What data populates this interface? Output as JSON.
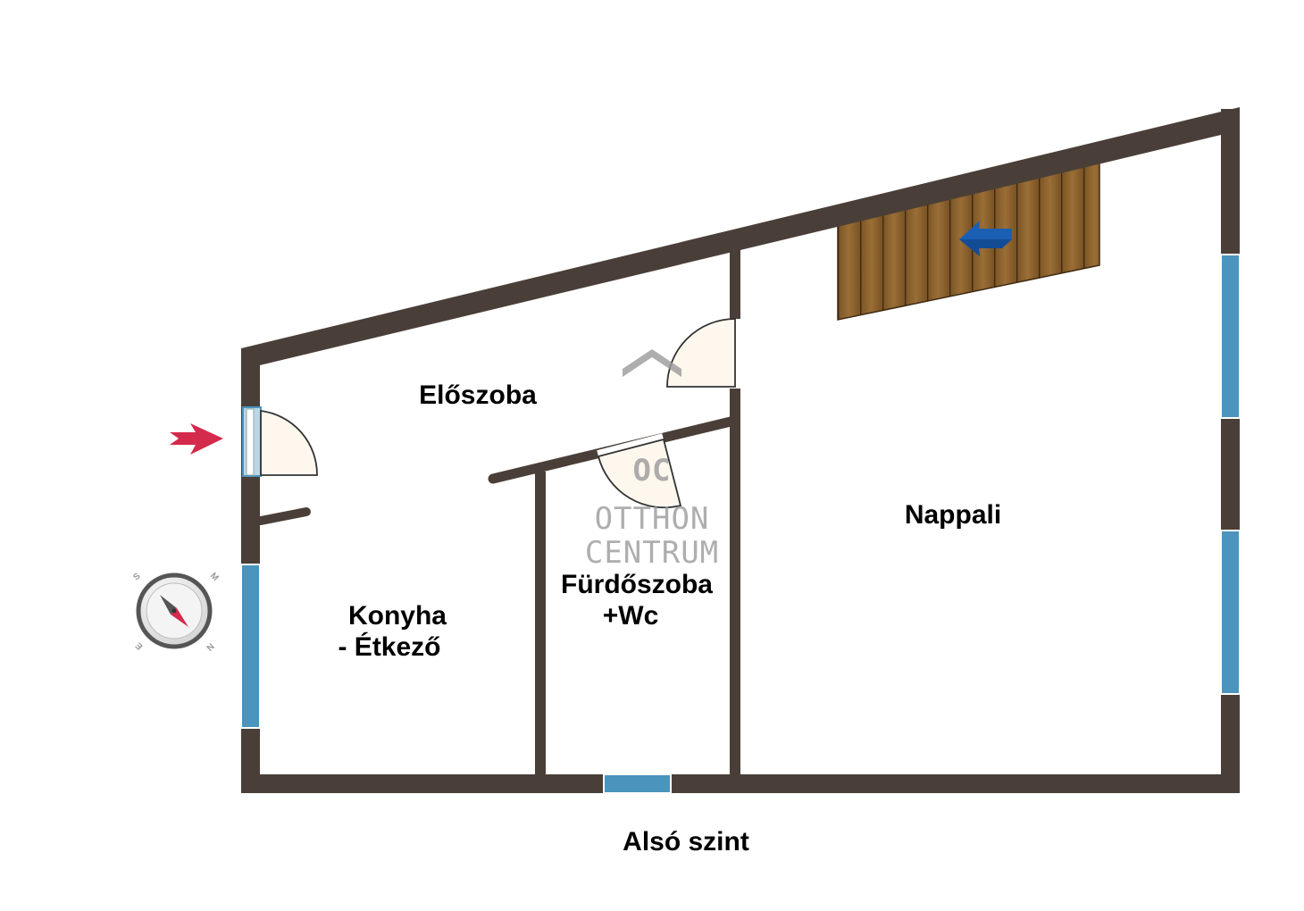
{
  "floor_title": "Alsó szint",
  "rooms": {
    "eloszoba": "Előszoba",
    "nappali": "Nappali",
    "konyha_line1": "Konyha",
    "konyha_line2": "- Étkező",
    "furdo_line1": "Fürdőszoba",
    "furdo_line2": "+Wc"
  },
  "watermark": {
    "monogram": "OC",
    "line1": "OTTHON",
    "line2": "CENTRUM"
  },
  "compass": {
    "letters": [
      "S",
      "M",
      "E",
      "N"
    ]
  },
  "colors": {
    "wall": "#4a3f38",
    "window": "#4a94be",
    "stairs": "#8e6530",
    "entrance_arrow": "#d42a4c",
    "stairs_arrow": "#1a5fb4",
    "door_fill": "#fdf7ee"
  }
}
